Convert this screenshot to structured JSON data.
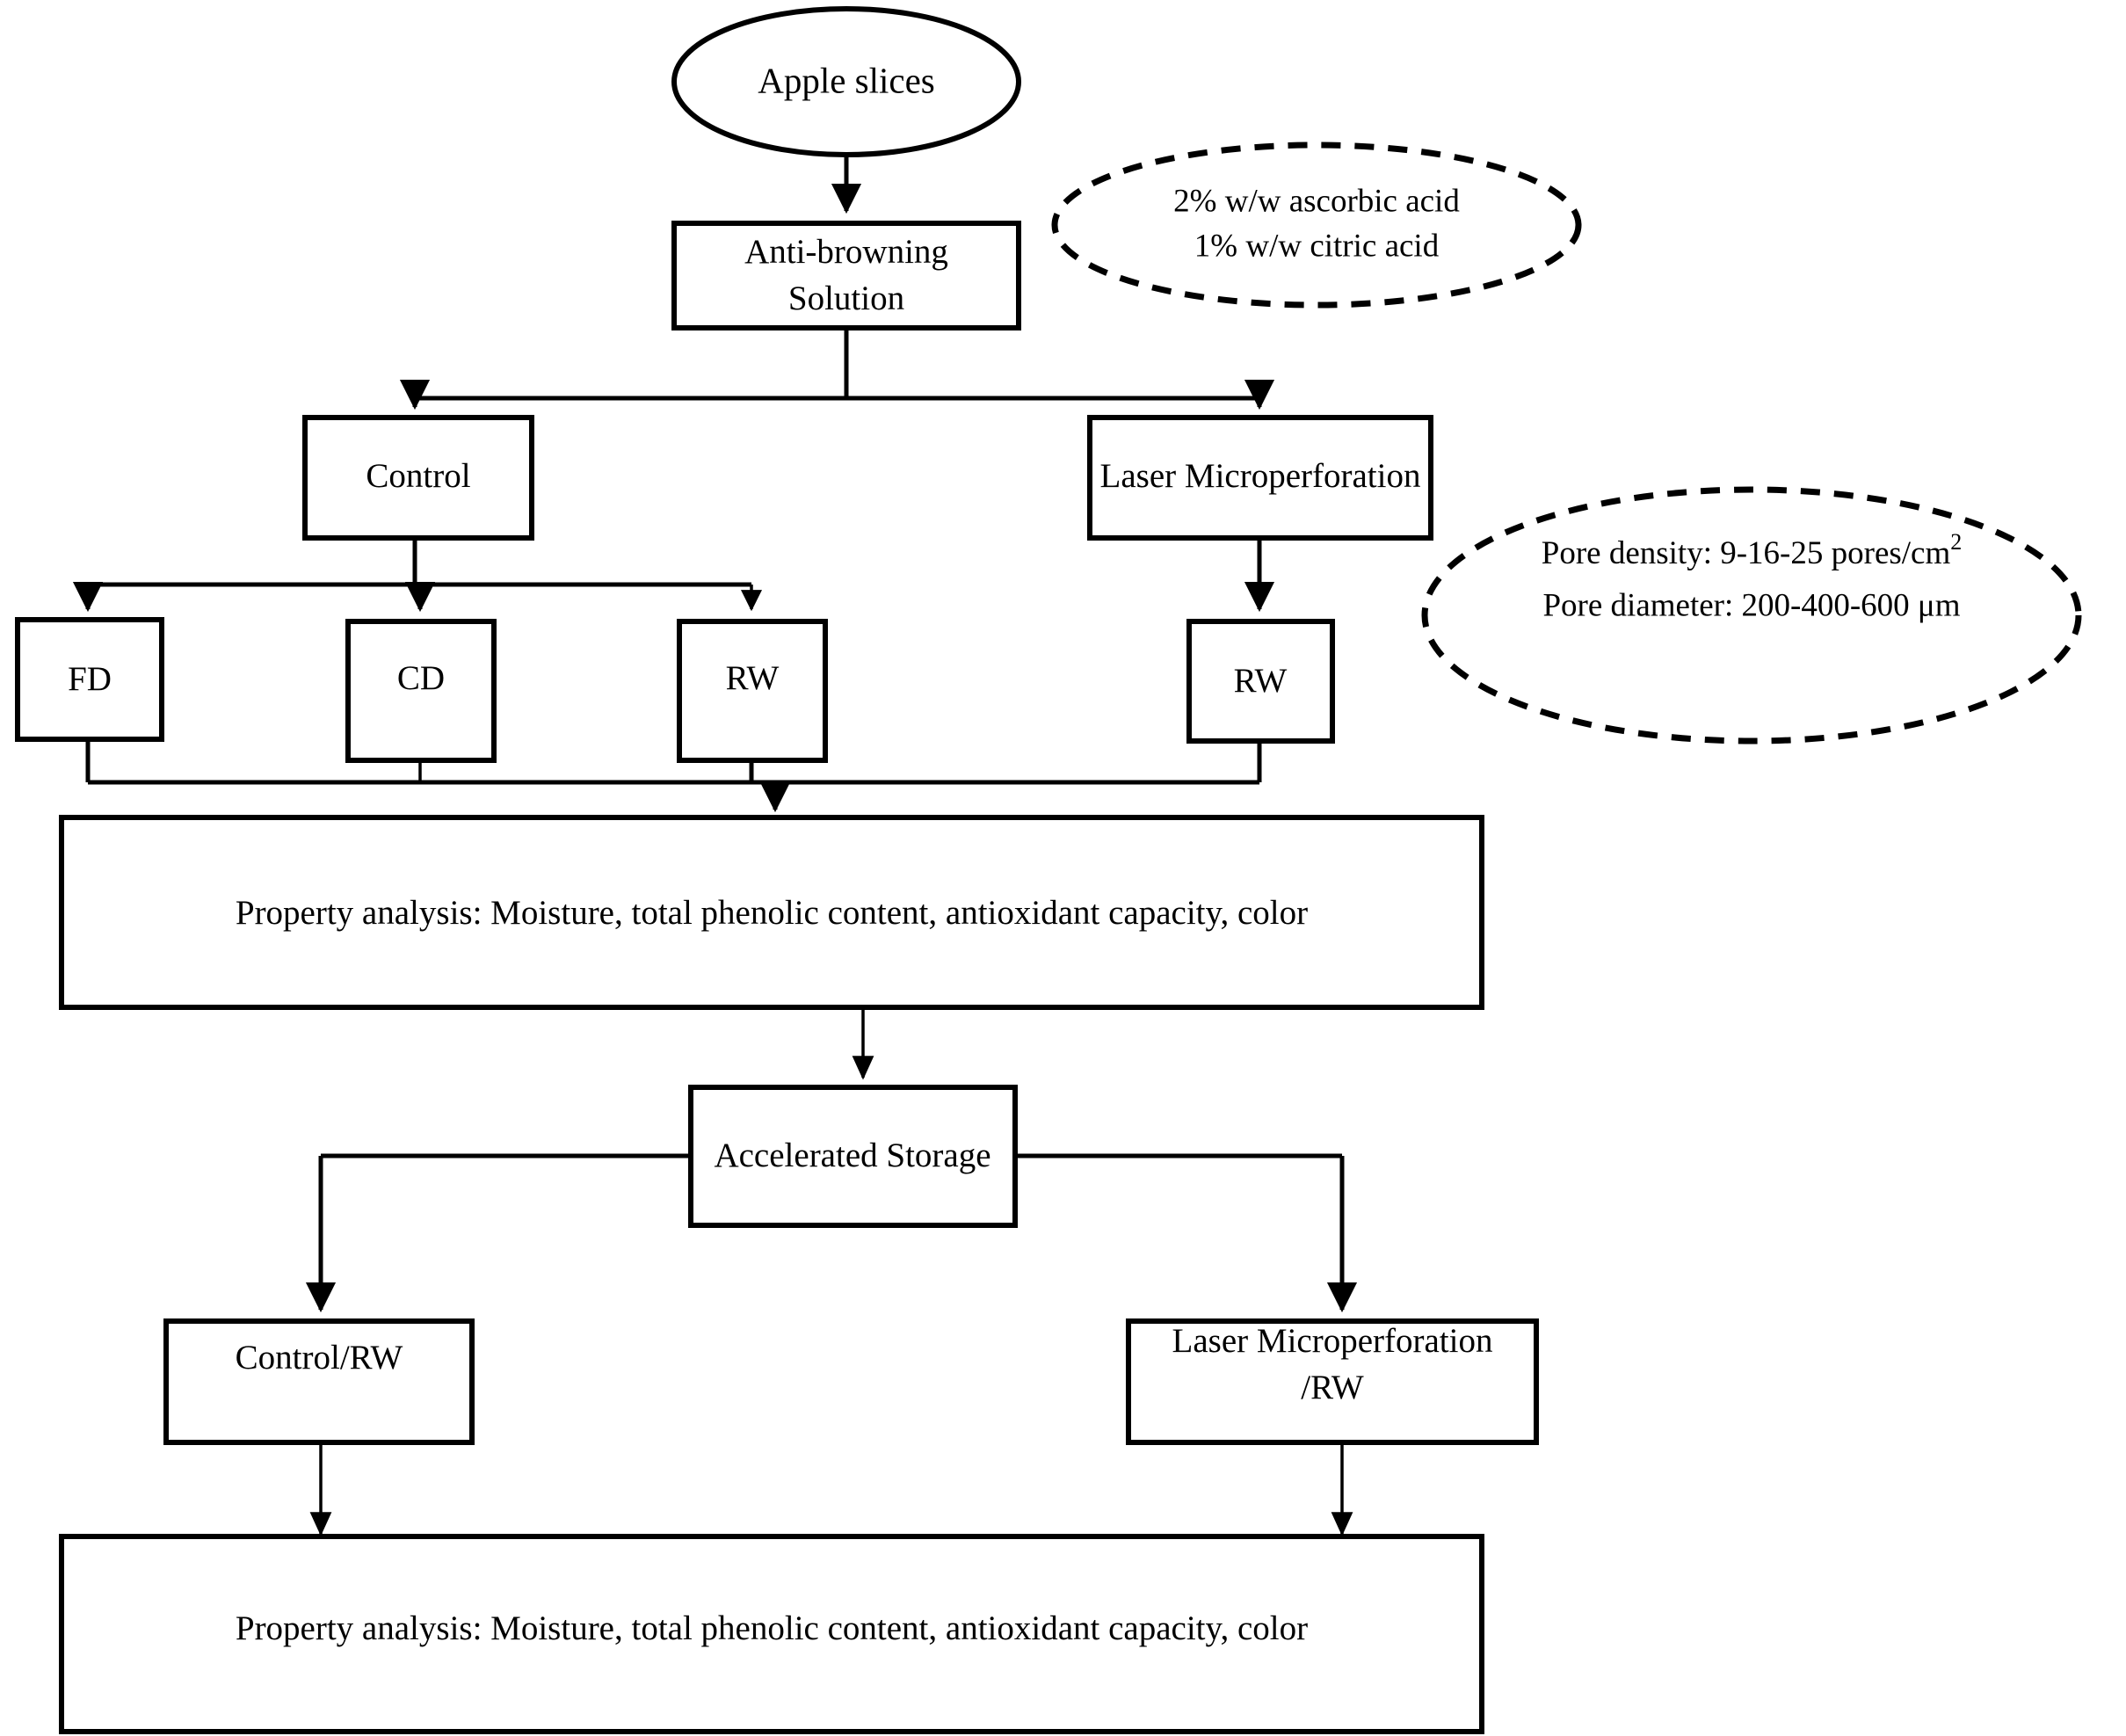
{
  "diagram": {
    "title": "Apple slice drying and storage experimental flowchart",
    "background_color": "#ffffff",
    "line_color": "#000000",
    "nodes": {
      "start": {
        "label": "Apple slices",
        "shape": "ellipse"
      },
      "pretreatment": {
        "label_line1": "Anti-browning",
        "label_line2": "Solution",
        "shape": "rect"
      },
      "control": {
        "label": "Control",
        "shape": "rect"
      },
      "laser": {
        "label": "Laser Microperforation",
        "shape": "rect"
      },
      "fd": {
        "label": "FD",
        "shape": "rect"
      },
      "cd": {
        "label": "CD",
        "shape": "rect"
      },
      "rw_control": {
        "label": "RW",
        "shape": "rect"
      },
      "rw_laser": {
        "label": "RW",
        "shape": "rect"
      },
      "analysis_1": {
        "label": "Property analysis: Moisture, total phenolic content, antioxidant capacity, color",
        "shape": "rect"
      },
      "storage": {
        "label": "Accelerated Storage",
        "shape": "rect"
      },
      "control_rw": {
        "label": "Control/RW",
        "shape": "rect"
      },
      "laser_rw": {
        "label_line1": "Laser Microperforation",
        "label_line2": "/RW",
        "shape": "rect"
      },
      "analysis_2": {
        "label": "Property analysis: Moisture, total phenolic content, antioxidant capacity, color",
        "shape": "rect"
      }
    },
    "annotations": {
      "solution_note": {
        "shape": "dashed-ellipse",
        "line1": "2% w/w  ascorbic acid",
        "line2": "1% w/w citric acid"
      },
      "laser_note": {
        "shape": "dashed-ellipse",
        "line1_a": "Pore density: 9-16-25 pores/cm",
        "line1_sup": "2",
        "line2": "Pore diameter: 200-400-600 μm"
      }
    }
  }
}
